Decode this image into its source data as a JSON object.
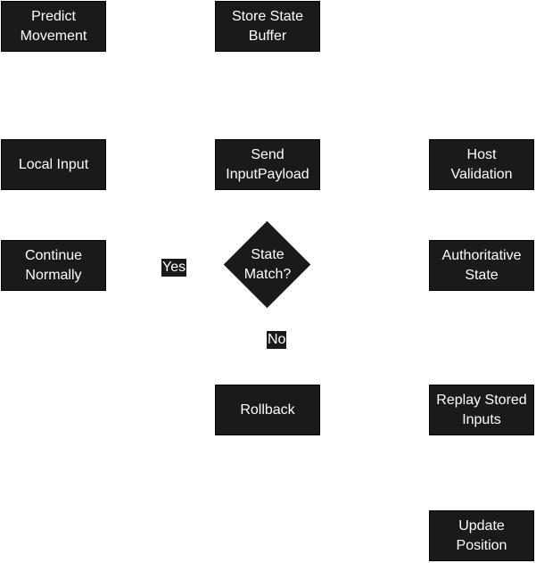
{
  "nodes": {
    "predict_movement": "Predict\nMovement",
    "store_state_buffer": "Store State\nBuffer",
    "local_input": "Local Input",
    "send_input_payload": "Send\nInputPayload",
    "host_validation": "Host\nValidation",
    "continue_normally": "Continue\nNormally",
    "state_match": "State\nMatch?",
    "authoritative_state": "Authoritative\nState",
    "rollback": "Rollback",
    "replay_stored_inputs": "Replay Stored\nInputs",
    "update_position": "Update\nPosition"
  },
  "edge_labels": {
    "yes": "Yes",
    "no": "No"
  },
  "colors": {
    "node_fill": "#1a1a1a",
    "node_text": "#ffffff",
    "background": "#ffffff"
  }
}
